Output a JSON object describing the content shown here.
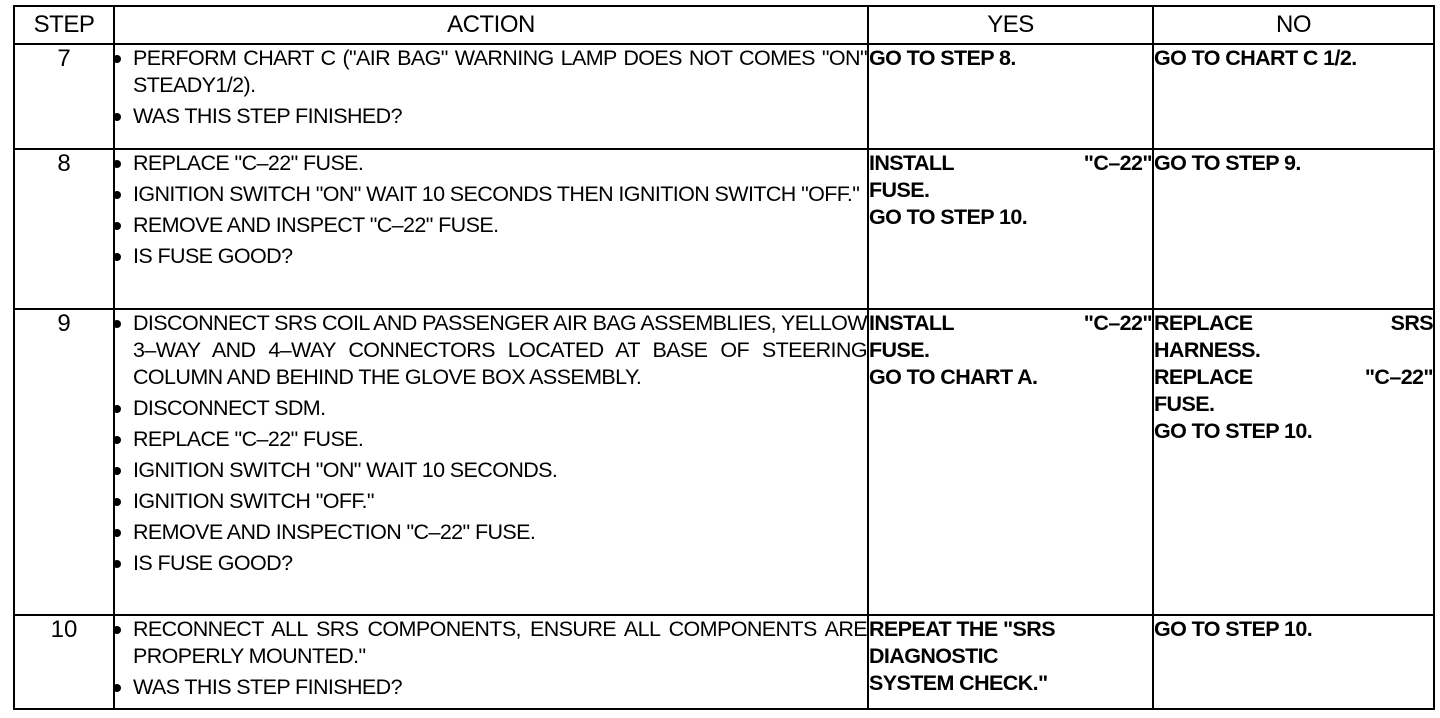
{
  "headers": {
    "step": "STEP",
    "action": "ACTION",
    "yes": "YES",
    "no": "NO"
  },
  "rows": [
    {
      "step": "7",
      "actions": [
        "PERFORM CHART C (\"AIR BAG\" WARNING LAMP DOES NOT COMES \"ON\" STEADY1/2).",
        "WAS THIS STEP FINISHED?"
      ],
      "yes": [
        "GO TO STEP 8."
      ],
      "no": [
        "GO TO CHART C 1/2."
      ]
    },
    {
      "step": "8",
      "actions": [
        "REPLACE \"C–22\" FUSE.",
        "IGNITION SWITCH \"ON\" WAIT 10 SECONDS THEN IGNITION SWITCH \"OFF.\"",
        "REMOVE AND INSPECT \"C–22\" FUSE.",
        "IS FUSE GOOD?"
      ],
      "yes": [
        "INSTALL \"C–22\"",
        "FUSE.",
        "GO TO STEP 10."
      ],
      "no": [
        "GO TO STEP 9."
      ]
    },
    {
      "step": "9",
      "actions": [
        "DISCONNECT SRS COIL AND PASSENGER AIR BAG ASSEMBLIES, YELLOW 3–WAY AND 4–WAY CONNECTORS LOCATED AT BASE OF STEERING COLUMN AND BEHIND THE GLOVE BOX ASSEMBLY.",
        "DISCONNECT SDM.",
        "REPLACE \"C–22\" FUSE.",
        "IGNITION SWITCH \"ON\" WAIT 10 SECONDS.",
        "IGNITION SWITCH \"OFF.\"",
        "REMOVE AND INSPECTION \"C–22\" FUSE.",
        "IS FUSE GOOD?"
      ],
      "yes": [
        "INSTALL \"C–22\"",
        "FUSE.",
        "GO TO CHART A."
      ],
      "no": [
        "REPLACE SRS",
        "HARNESS.",
        "REPLACE \"C–22\"",
        "FUSE.",
        "GO TO STEP 10."
      ]
    },
    {
      "step": "10",
      "actions": [
        "RECONNECT ALL SRS COMPONENTS, ENSURE ALL COMPONENTS ARE PROPERLY MOUNTED.\"",
        "WAS THIS STEP FINISHED?"
      ],
      "yes": [
        "REPEAT THE \"SRS",
        "DIAGNOSTIC",
        "SYSTEM CHECK.\""
      ],
      "no": [
        "GO TO STEP 10."
      ]
    }
  ]
}
